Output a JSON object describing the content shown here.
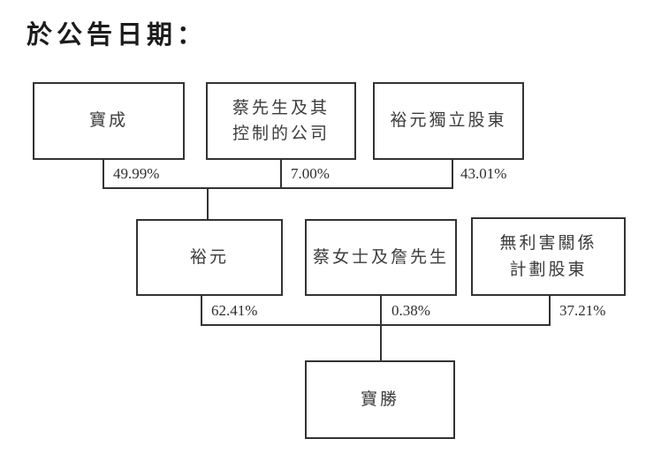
{
  "title": "於公告日期：",
  "diagram": {
    "nodes": {
      "pou_chen": {
        "label": "寶成"
      },
      "mr_tsai_companies": {
        "label": "蔡先生及其\n控制的公司"
      },
      "yue_yuen_independent": {
        "label": "裕元獨立股東"
      },
      "yue_yuen": {
        "label": "裕元"
      },
      "ms_tsai_mr_chan": {
        "label": "蔡女士及詹先生"
      },
      "disinterested_scheme": {
        "label": "無利害關係\n計劃股東"
      },
      "pou_sheng": {
        "label": "寶勝"
      }
    },
    "percentages": {
      "pou_chen_to_yue_yuen": "49.99%",
      "mr_tsai_to_yue_yuen": "7.00%",
      "independent_to_yue_yuen": "43.01%",
      "yue_yuen_to_pou_sheng": "62.41%",
      "tsai_chan_to_pou_sheng": "0.38%",
      "disinterested_to_pou_sheng": "37.21%"
    },
    "colors": {
      "background": "#ffffff",
      "line": "#333333",
      "node_text": "#3c3c3c",
      "title_text": "#1c1c1c"
    }
  }
}
